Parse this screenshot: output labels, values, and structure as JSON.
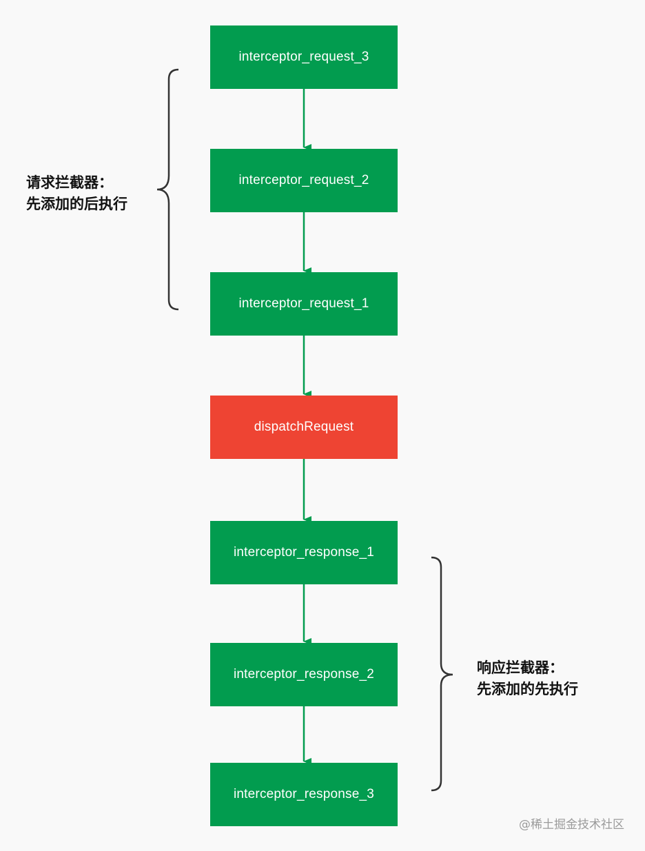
{
  "flow": {
    "steps": [
      {
        "label": "interceptor_request_3",
        "color": "#029c4f"
      },
      {
        "label": "interceptor_request_2",
        "color": "#029c4f"
      },
      {
        "label": "interceptor_request_1",
        "color": "#029c4f"
      },
      {
        "label": "dispatchRequest",
        "color": "#ee4433"
      },
      {
        "label": "interceptor_response_1",
        "color": "#029c4f"
      },
      {
        "label": "interceptor_response_2",
        "color": "#029c4f"
      },
      {
        "label": "interceptor_response_3",
        "color": "#029c4f"
      }
    ],
    "arrow_color": "#029c4f"
  },
  "annotations": {
    "request": {
      "line1": "请求拦截器：",
      "line2": "先添加的后执行"
    },
    "response": {
      "line1": "响应拦截器：",
      "line2": "先添加的先执行"
    }
  },
  "watermark": "@稀土掘金技术社区"
}
